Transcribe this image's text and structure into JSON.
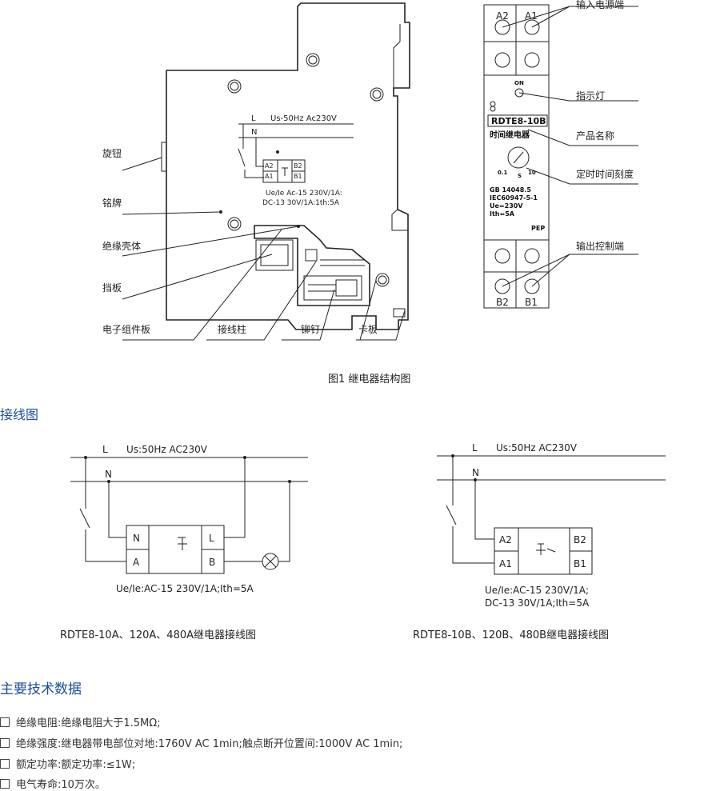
{
  "structure": {
    "caption": "图1  继电器结构图",
    "labels": {
      "knob": "旋钮",
      "nameplate": "铭牌",
      "shell": "绝缘壳体",
      "baffle": "挡板",
      "pcb": "电子组件板",
      "terminal": "接线柱",
      "rivet": "铆钉",
      "clip": "卡板"
    },
    "inner": {
      "L": "L",
      "N": "N",
      "supply": "Us-50Hz   Ac230V",
      "A2": "A2",
      "A1": "A1",
      "B2": "B2",
      "B1": "B1",
      "rating1": "Ue/Ie Ac-15 230V/1A:",
      "rating2": "DC-13 30V/1A:1th:5A"
    }
  },
  "front_view": {
    "top_terms": [
      "A2",
      "A1"
    ],
    "bottom_terms": [
      "B2",
      "B1"
    ],
    "on": "ON",
    "model": "RDTE8-10B",
    "name": "时间继电器",
    "dial": {
      "left": "0.1",
      "mid": "S",
      "right": "10"
    },
    "specs": [
      "GB 14048.5",
      "IEC60947-5-1",
      "Ue=230V",
      "Ith=5A"
    ],
    "brand": "PEP",
    "callouts": {
      "input": "输入电源端",
      "indicator": "指示灯",
      "product": "产品名称",
      "timer": "定时时间刻度",
      "output": "输出控制端"
    }
  },
  "wiring": {
    "heading": "接线图",
    "left": {
      "L": "L",
      "N": "N",
      "supply": "Us:50Hz AC230V",
      "cells": {
        "N": "N",
        "L": "L",
        "A": "A",
        "B": "B"
      },
      "rating": "Ue/Ie:AC-15 230V/1A;Ith=5A",
      "caption": "RDTE8-10A、120A、480A继电器接线图"
    },
    "right": {
      "L": "L",
      "N": "N",
      "supply": "Us:50Hz AC230V",
      "cells": {
        "A2": "A2",
        "A1": "A1",
        "B2": "B2",
        "B1": "B1"
      },
      "rating1": "Ue/Ie:AC-15 230V/1A;",
      "rating2": "DC-13 30V/1A;Ith=5A",
      "caption": "RDTE8-10B、120B、480B继电器接线图"
    }
  },
  "specs": {
    "heading": "主要技术数据",
    "items": [
      "绝缘电阻:绝缘电阻大于1.5MΩ;",
      "绝缘强度:继电器带电部位对地:1760V AC 1min;触点断开位置间:1000V AC 1min;",
      "额定功率:额定功率:≤1W;",
      "电气寿命:10万次。"
    ]
  },
  "colors": {
    "heading": "#1a4d9c",
    "ink": "#222222"
  }
}
